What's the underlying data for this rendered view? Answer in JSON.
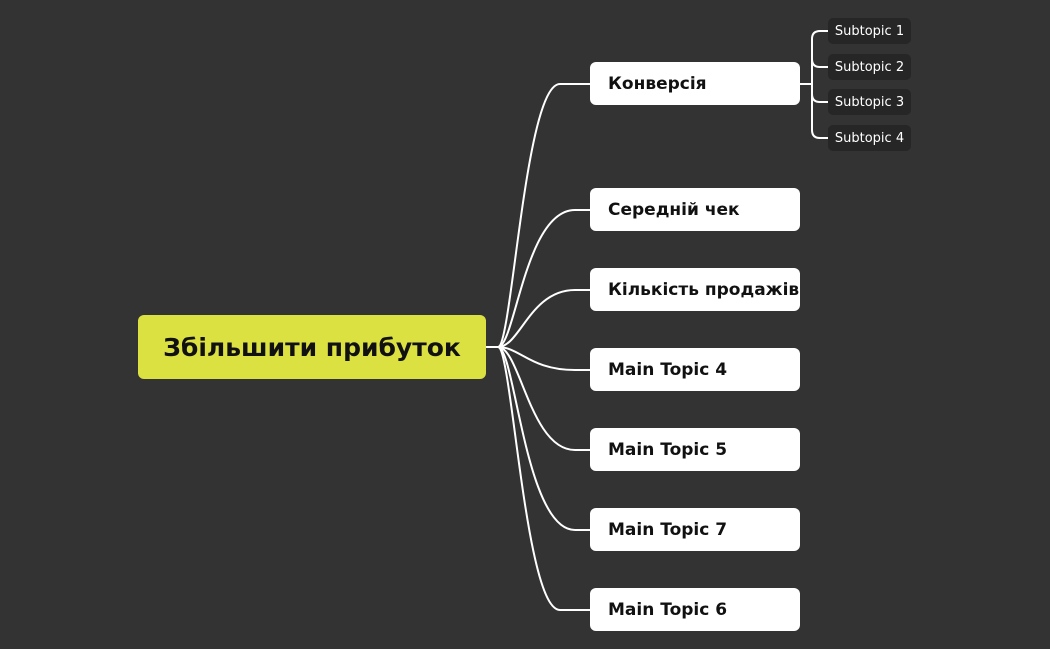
{
  "root": {
    "label": "Збільшити прибуток"
  },
  "main_topics": [
    {
      "label": "Конверсія"
    },
    {
      "label": "Середній чек"
    },
    {
      "label": "Кількість продажів"
    },
    {
      "label": "Main Topic 4"
    },
    {
      "label": "Main Topic 5"
    },
    {
      "label": "Main Topic 7"
    },
    {
      "label": "Main Topic 6"
    }
  ],
  "subtopics": [
    {
      "label": "Subtopic 1"
    },
    {
      "label": "Subtopic 2"
    },
    {
      "label": "Subtopic 3"
    },
    {
      "label": "Subtopic 4"
    }
  ],
  "colors": {
    "background": "#333333",
    "root_fill": "#dce142",
    "main_fill": "#ffffff",
    "sub_fill": "#262626",
    "connector": "#ffffff"
  }
}
